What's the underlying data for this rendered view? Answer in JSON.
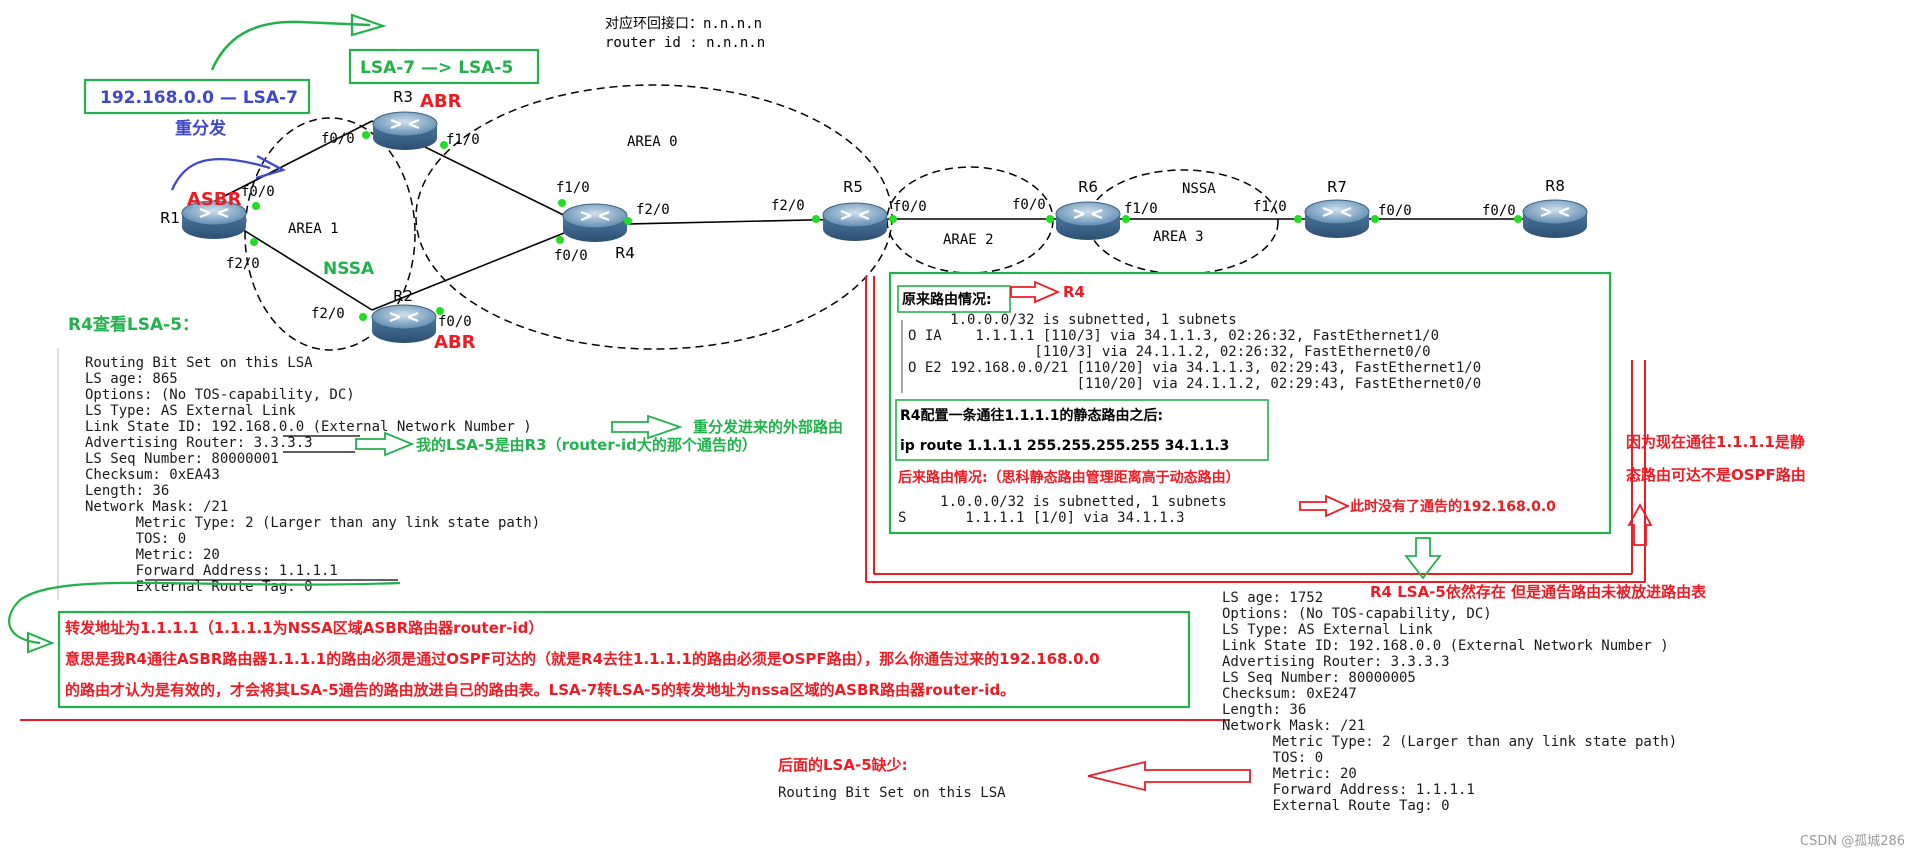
{
  "header": {
    "loopback_line": "对应环回接口：n.n.n.n",
    "routerid_line": "router id : n.n.n.n"
  },
  "areas": {
    "area1": "AREA 1",
    "area0": "AREA  0",
    "area2": "ARAE 2",
    "area3": "AREA 3",
    "nssa_top": "NSSA",
    "nssa_left": "NSSA"
  },
  "routers": {
    "r1": "R1",
    "r2": "R2",
    "r3": "R3",
    "r4": "R4",
    "r5": "R5",
    "r6": "R6",
    "r7": "R7",
    "r8": "R8",
    "asbr": "ASBR",
    "abr_r3": "ABR",
    "abr_r2": "ABR"
  },
  "interfaces": {
    "r1_f00": "f0/0",
    "r1_f20": "f2/0",
    "r3_f00": "f0/0",
    "r3_f10": "f1/0",
    "r2_f20": "f2/0",
    "r2_f00": "f0/0",
    "r4_f10": "f1/0",
    "r4_f00": "f0/0",
    "r4_f20": "f2/0",
    "r5_f20": "f2/0",
    "r5_f00": "f0/0",
    "r6_f00": "f0/0",
    "r6_f10": "f1/0",
    "r7_f10": "f1/0",
    "r7_f00": "f0/0",
    "r8_f00": "f0/0"
  },
  "topleft": {
    "box_label": "192.168.0.0 — LSA-7",
    "redistribute": "重分发",
    "lsa_box": "LSA-7 —> LSA-5"
  },
  "r4_title": "R4查看LSA-5：",
  "lsa_left": {
    "lines": [
      "Routing Bit Set on this LSA",
      "LS age: 865",
      "Options: (No TOS-capability, DC)",
      "LS Type: AS External Link",
      "Link State ID: 192.168.0.0 (External Network Number )",
      "Advertising Router: 3.3.3.3",
      "LS Seq Number: 80000001",
      "Checksum: 0xEA43",
      "Length: 36",
      "Network Mask: /21",
      "      Metric Type: 2 (Larger than any link state path)",
      "      TOS: 0",
      "      Metric: 20",
      "      Forward Address: 1.1.1.1",
      "      External Route Tag: 0"
    ],
    "note_external": "重分发进来的外部路由",
    "note_router": "我的LSA-5是由R3（router-id大的那个通告的）"
  },
  "explain": {
    "line1": "转发地址为1.1.1.1（1.1.1.1为NSSA区域ASBR路由器router-id）",
    "line2": "意思是我R4通往ASBR路由器1.1.1.1的路由必须是通过OSPF可达的（就是R4去往1.1.1.1的路由必须是OSPF路由），那么你通告过来的192.168.0.0",
    "line3": "的路由才认为是有效的，才会将其LSA-5通告的路由放进自己的路由表。LSA-7转LSA-5的转发地址为nssa区域的ASBR路由器router-id。"
  },
  "route_box": {
    "orig_label": "原来路由情况:",
    "r4_label": "R4",
    "orig_lines": [
      "     1.0.0.0/32 is subnetted, 1 subnets",
      "O IA    1.1.1.1 [110/3] via 34.1.1.3, 02:26:32, FastEthernet1/0",
      "               [110/3] via 24.1.1.2, 02:26:32, FastEthernet0/0",
      "O E2 192.168.0.0/21 [110/20] via 34.1.1.3, 02:29:43, FastEthernet1/0",
      "                    [110/20] via 24.1.1.2, 02:29:43, FastEthernet0/0"
    ],
    "static_label": "R4配置一条通往1.1.1.1的静态路由之后:",
    "static_cmd": "ip route 1.1.1.1 255.255.255.255 34.1.1.3",
    "after_label": "后来路由情况:（思科静态路由管理距离高于动态路由）",
    "after_lines": [
      "     1.0.0.0/32 is subnetted, 1 subnets",
      "S       1.1.1.1 [1/0] via 34.1.1.3"
    ],
    "after_note": "此时没有了通告的192.168.0.0"
  },
  "right_note": {
    "line1": "因为现在通往1.1.1.1是静",
    "line2": "态路由可达不是OSPF路由"
  },
  "exists_note": "R4 LSA-5依然存在  但是通告路由未被放进路由表",
  "lsa_right": {
    "lines": [
      "LS age: 1752",
      "Options: (No TOS-capability, DC)",
      "LS Type: AS External Link",
      "Link State ID: 192.168.0.0 (External Network Number )",
      "Advertising Router: 3.3.3.3",
      "LS Seq Number: 80000005",
      "Checksum: 0xE247",
      "Length: 36",
      "Network Mask: /21",
      "      Metric Type: 2 (Larger than any link state path)",
      "      TOS: 0",
      "      Metric: 20",
      "      Forward Address: 1.1.1.1",
      "      External Route Tag: 0"
    ]
  },
  "missing": {
    "label": "后面的LSA-5缺少:",
    "line": "Routing Bit Set on this LSA"
  },
  "watermark": "CSDN @孤城286",
  "colors": {
    "green": "#22b14c",
    "red": "#ed1c24",
    "blue": "#3f48cc",
    "text": "#1a1a1a"
  }
}
